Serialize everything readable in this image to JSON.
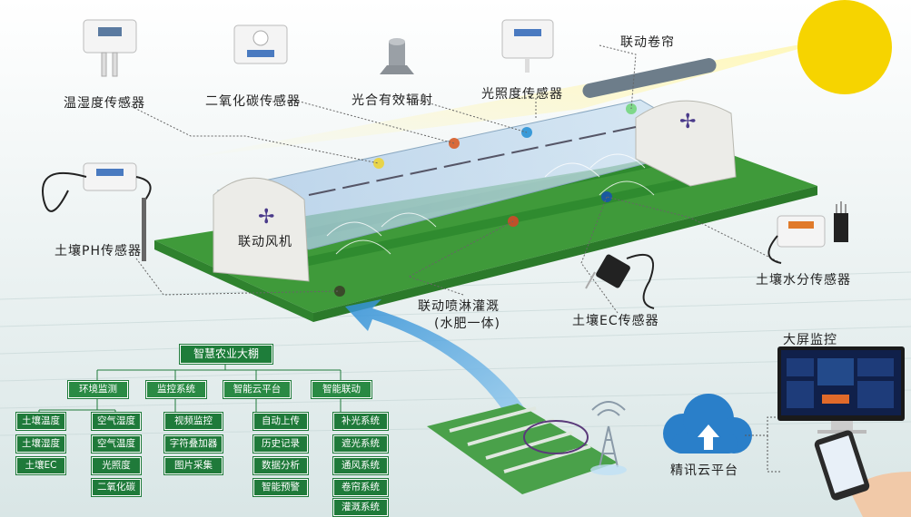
{
  "labels": {
    "temp_humidity": "温湿度传感器",
    "co2": "二氧化碳传感器",
    "par": "光合有效辐射",
    "illuminance": "光照度传感器",
    "curtain": "联动卷帘",
    "soil_ph": "土壤PH传感器",
    "fan": "联动风机",
    "sprinkler_line1": "联动喷淋灌溉",
    "sprinkler_line2": "(水肥一体)",
    "soil_ec": "土壤EC传感器",
    "soil_moisture": "土壤水分传感器",
    "big_screen": "大屏监控",
    "cloud_platform": "精讯云平台"
  },
  "tree": {
    "root": "智慧农业大棚",
    "tier1": [
      "环境监测",
      "监控系统",
      "智能云平台",
      "智能联动"
    ],
    "env_col1": [
      "土壤温度",
      "土壤湿度",
      "土壤EC"
    ],
    "env_col2": [
      "空气湿度",
      "空气温度",
      "光照度",
      "二氧化碳"
    ],
    "monitor": [
      "视频监控",
      "字符叠加器",
      "图片采集"
    ],
    "cloud": [
      "自动上传",
      "历史记录",
      "数据分析",
      "智能预警"
    ],
    "linkage": [
      "补光系统",
      "遮光系统",
      "通风系统",
      "卷帘系统",
      "灌溉系统"
    ]
  },
  "colors": {
    "tree_green": "#1f7a3a",
    "field_green": "#3f9a3a",
    "sun": "#f6d400",
    "arrow_blue": "#6fb4e6",
    "cloud_blue": "#2a7fc9"
  }
}
